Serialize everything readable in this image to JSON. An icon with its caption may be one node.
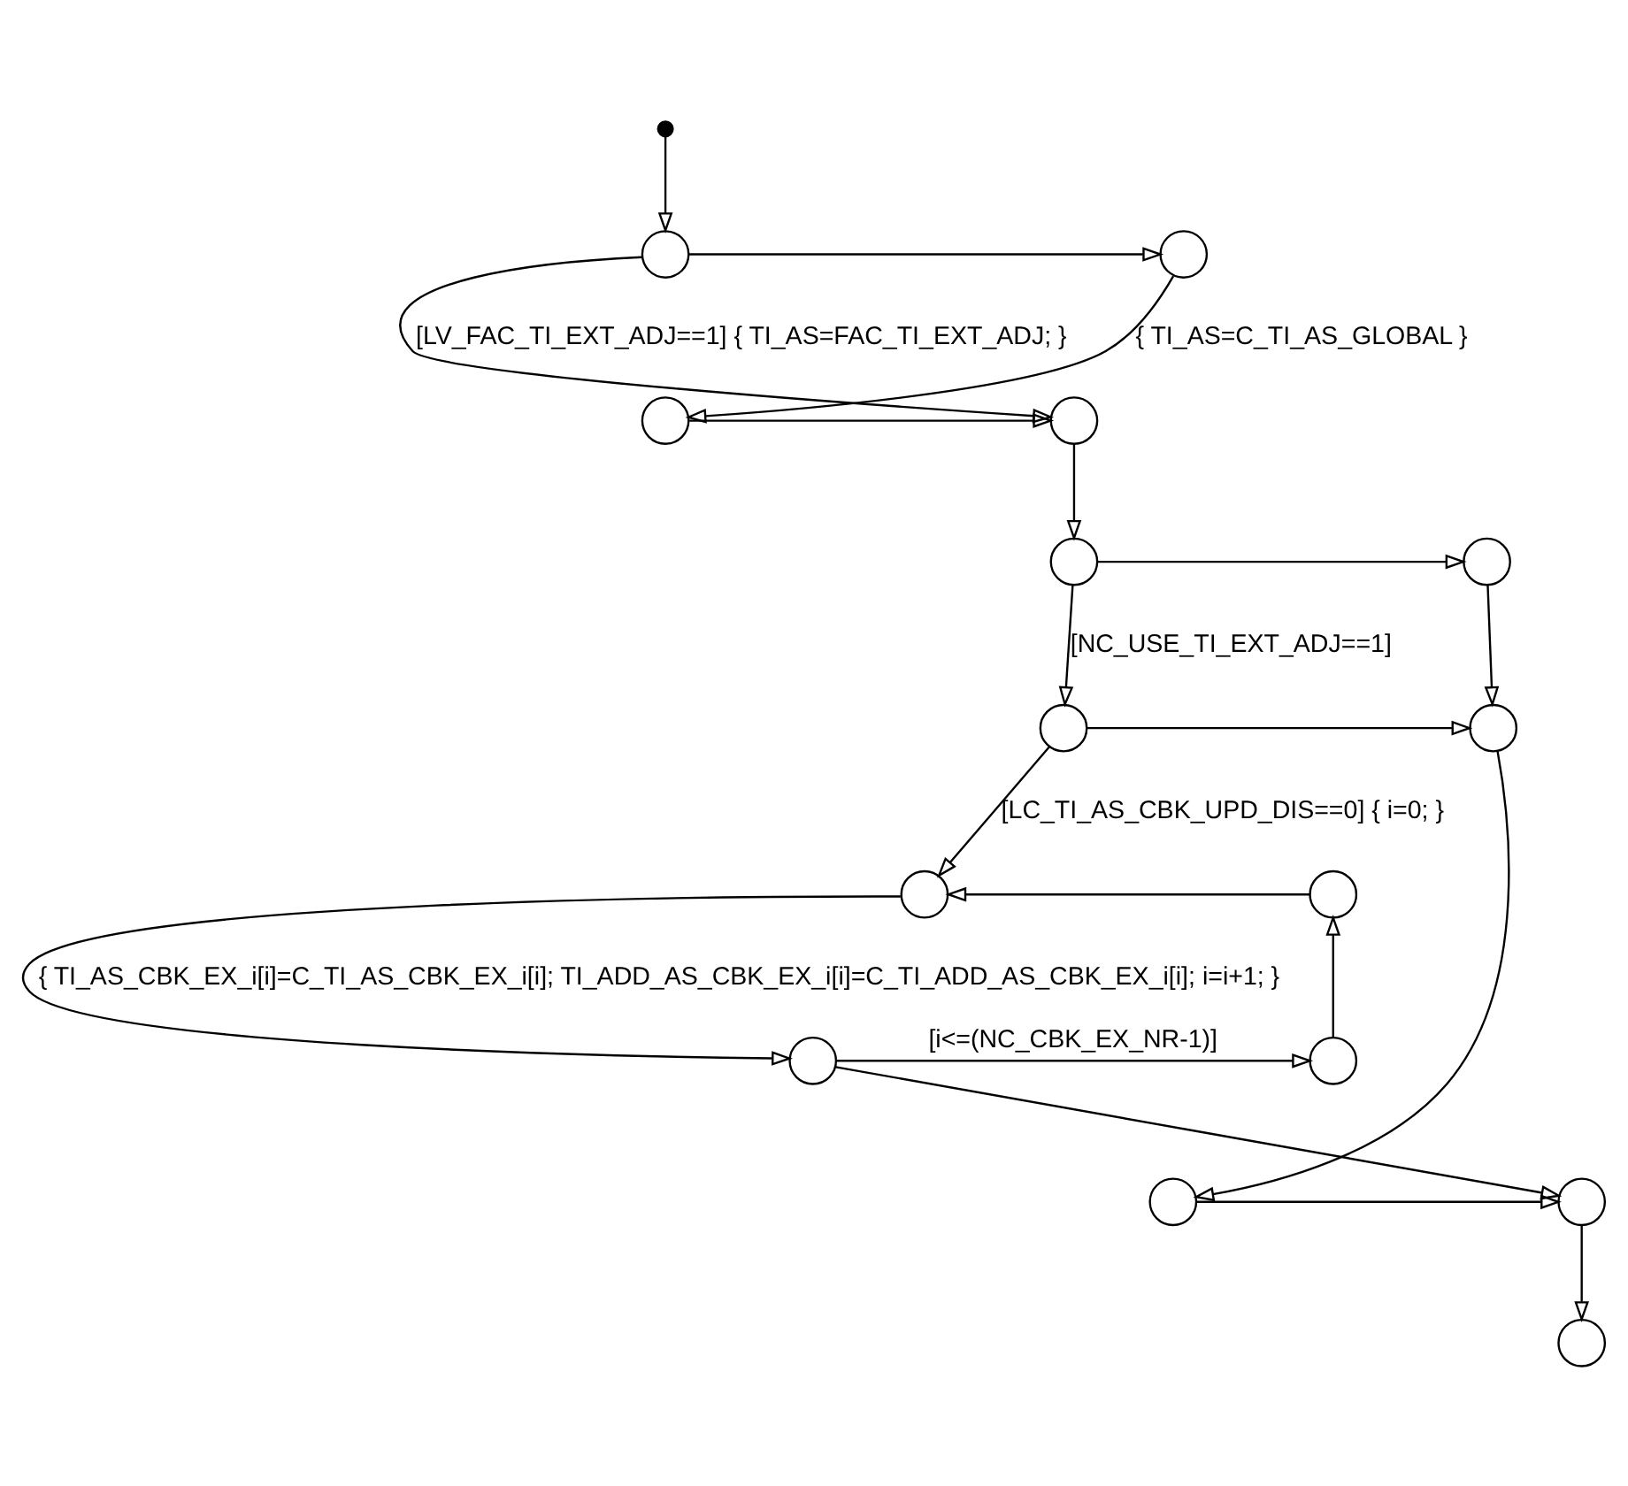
{
  "diagram": {
    "nodes": [
      {
        "text": [],
        "shape": "dot"
      },
      {
        "text": [],
        "shape": "circle"
      },
      {
        "text": [],
        "shape": "circle"
      },
      {
        "text": [],
        "shape": "circle"
      },
      {
        "text": [],
        "shape": "circle"
      },
      {
        "text": [],
        "shape": "circle"
      },
      {
        "text": [],
        "shape": "circle"
      },
      {
        "text": [],
        "shape": "circle"
      },
      {
        "text": [],
        "shape": "circle"
      },
      {
        "text": [],
        "shape": "circle"
      },
      {
        "text": [],
        "shape": "circle"
      },
      {
        "text": [],
        "shape": "circle"
      },
      {
        "text": [],
        "shape": "circle"
      },
      {
        "text": [],
        "shape": "circle"
      },
      {
        "text": [],
        "shape": "circle"
      },
      {
        "text": [],
        "shape": "circle"
      }
    ],
    "edges": [
      {
        "from": 0,
        "to": 1,
        "arrow": "to"
      },
      {
        "from": 1,
        "to": 2,
        "arrow": "to"
      },
      {
        "from": 1,
        "to": 3,
        "arrow": "to",
        "label": "[LV_FAC_TI_EXT_ADJ==1] { TI_AS=FAC_TI_EXT_ADJ; }"
      },
      {
        "from": 2,
        "to": 4,
        "arrow": "to",
        "label": "{ TI_AS=C_TI_AS_GLOBAL }"
      },
      {
        "from": 4,
        "to": 3,
        "arrow": "to"
      },
      {
        "from": 3,
        "to": 5,
        "arrow": "to"
      },
      {
        "from": 5,
        "to": 6,
        "arrow": "to"
      },
      {
        "from": 5,
        "to": 7,
        "arrow": "to",
        "label": "[NC_USE_TI_EXT_ADJ==1]"
      },
      {
        "from": 6,
        "to": 8,
        "arrow": "to"
      },
      {
        "from": 7,
        "to": 8,
        "arrow": "to"
      },
      {
        "from": 7,
        "to": 10,
        "arrow": "to",
        "label": "[LC_TI_AS_CBK_UPD_DIS==0] { i=0; }"
      },
      {
        "from": 10,
        "to": 12,
        "arrow": "to",
        "label": "{ TI_AS_CBK_EX_i[i]=C_TI_AS_CBK_EX_i[i]; TI_ADD_AS_CBK_EX_i[i]=C_TI_ADD_AS_CBK_EX_i[i]; i=i+1; }"
      },
      {
        "from": 12,
        "to": 11,
        "arrow": "to",
        "label": "[i<=(NC_CBK_EX_NR-1)]"
      },
      {
        "from": 11,
        "to": 9,
        "arrow": "to"
      },
      {
        "from": 9,
        "to": 10,
        "arrow": "to"
      },
      {
        "from": 12,
        "to": 13,
        "arrow": "to"
      },
      {
        "from": 8,
        "to": 14,
        "arrow": "to"
      },
      {
        "from": 14,
        "to": 13,
        "arrow": "to"
      },
      {
        "from": 13,
        "to": 15,
        "arrow": "to"
      }
    ]
  }
}
